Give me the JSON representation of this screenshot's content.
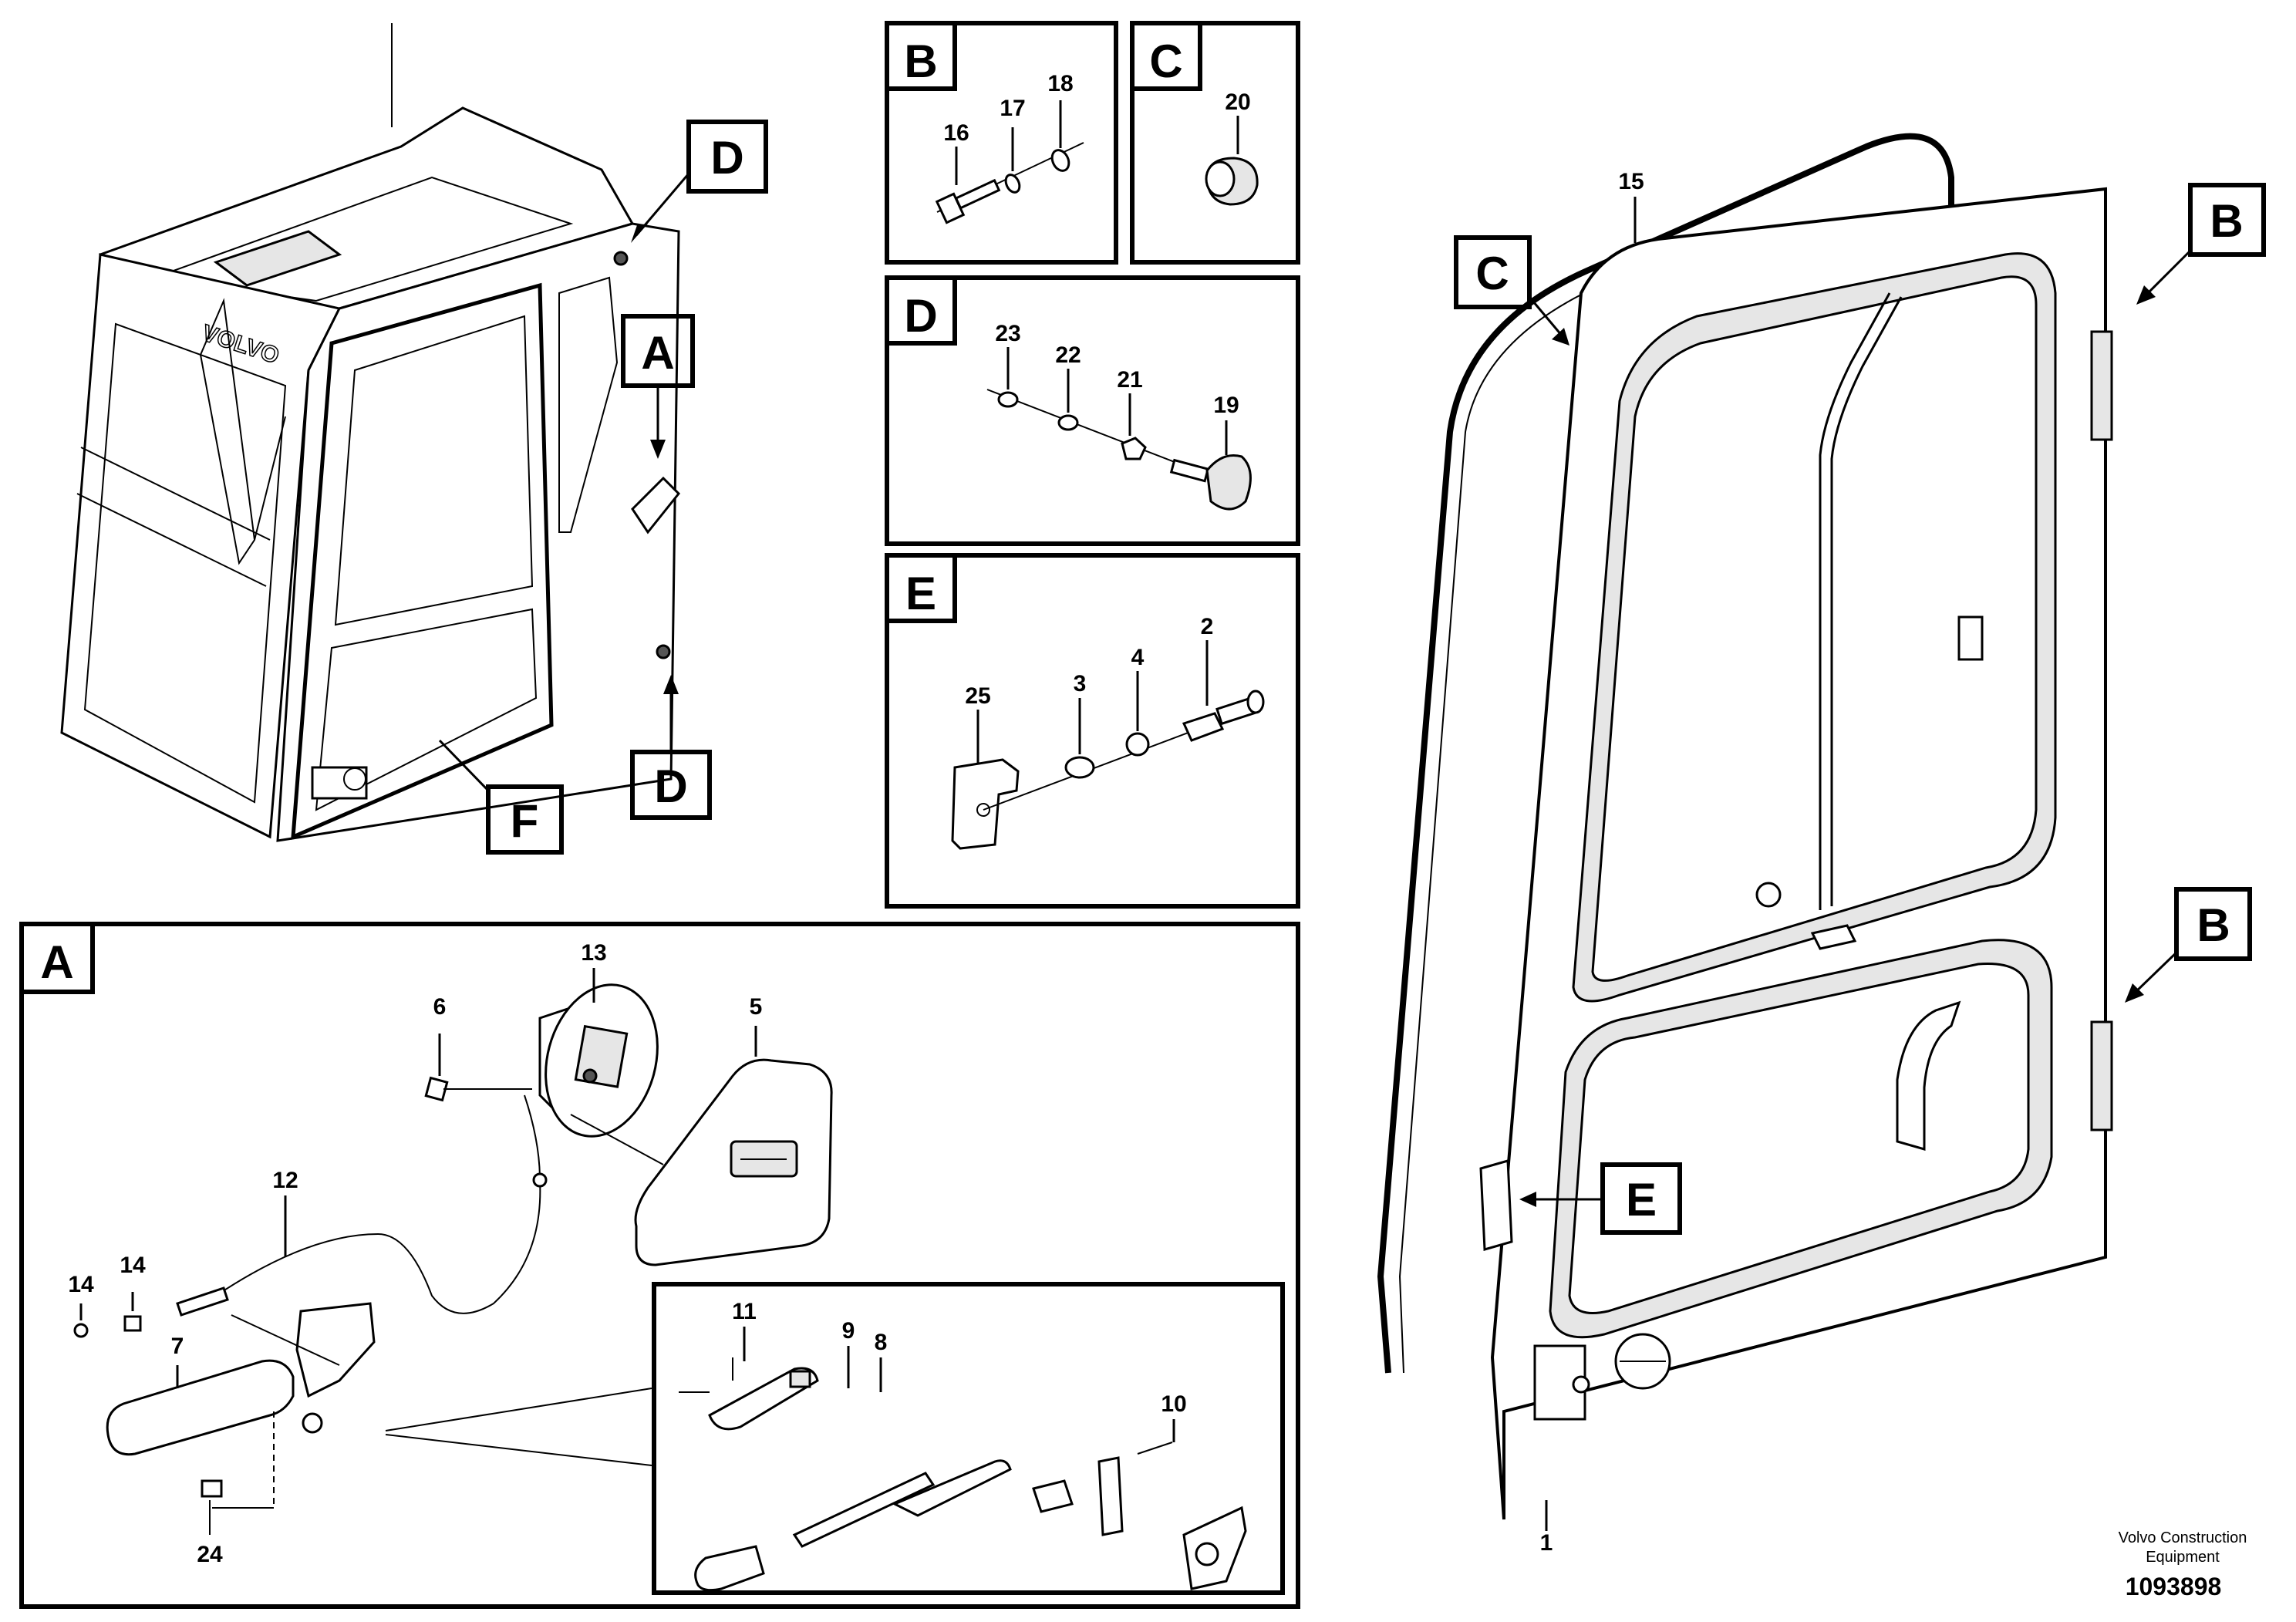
{
  "callout_letters": {
    "main_d_top": "D",
    "main_a": "A",
    "main_d_bottom": "D",
    "main_f": "F",
    "inset_b": "B",
    "inset_c": "C",
    "inset_d": "D",
    "inset_e": "E",
    "detail_a": "A",
    "door_c": "C",
    "door_b_top": "B",
    "door_b_bottom": "B",
    "door_e": "E"
  },
  "part_numbers": {
    "p1": "1",
    "p2": "2",
    "p3": "3",
    "p4": "4",
    "p5": "5",
    "p6": "6",
    "p7": "7",
    "p8": "8",
    "p9": "9",
    "p10": "10",
    "p11": "11",
    "p12": "12",
    "p13": "13",
    "p14a": "14",
    "p14b": "14",
    "p15": "15",
    "p16": "16",
    "p17": "17",
    "p18": "18",
    "p19": "19",
    "p20": "20",
    "p21": "21",
    "p22": "22",
    "p23": "23",
    "p24": "24",
    "p25": "25"
  },
  "cab_brand_text": "VOLVO",
  "footer": {
    "company_line1": "Volvo Construction",
    "company_line2": "Equipment",
    "drawing_number": "1093898"
  }
}
